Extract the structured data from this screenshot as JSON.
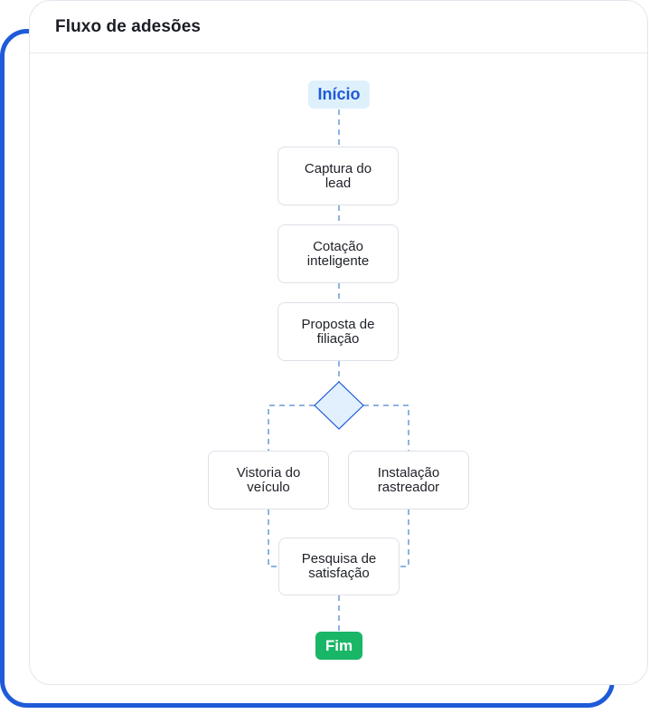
{
  "card": {
    "title": "Fluxo de adesões"
  },
  "flow": {
    "start": "Início",
    "steps": [
      "Captura do lead",
      "Cotação inteligente",
      "Proposta de filiação"
    ],
    "branches": [
      "Vistoria do veículo",
      "Instalação rastreador"
    ],
    "merge": "Pesquisa de satisfação",
    "end": "Fim"
  },
  "colors": {
    "accent": "#1f5bd8",
    "connector": "#8fb3e3",
    "start_bg": "#dff0fd",
    "end_bg": "#19b667",
    "decision_fill": "#e2f0fd"
  }
}
